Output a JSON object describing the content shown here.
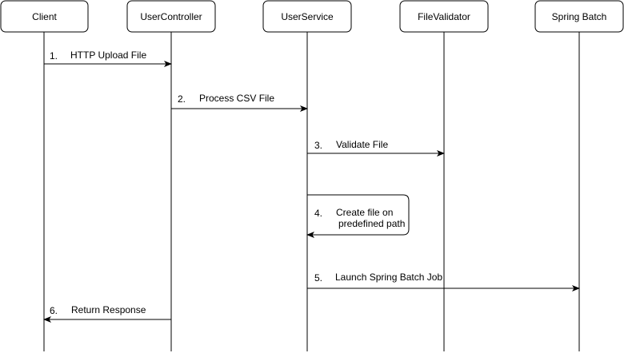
{
  "participants": [
    {
      "id": "client",
      "label": "Client"
    },
    {
      "id": "usercontroller",
      "label": "UserController"
    },
    {
      "id": "userservice",
      "label": "UserService"
    },
    {
      "id": "filevalidator",
      "label": "FileValidator"
    },
    {
      "id": "springbatch",
      "label": "Spring Batch"
    }
  ],
  "messages": [
    {
      "number": "1.",
      "text": "HTTP Upload File",
      "from": "client",
      "to": "usercontroller",
      "direction": "right"
    },
    {
      "number": "2.",
      "text": "Process CSV File",
      "from": "usercontroller",
      "to": "userservice",
      "direction": "right"
    },
    {
      "number": "3.",
      "text": "Validate File",
      "from": "userservice",
      "to": "filevalidator",
      "direction": "right"
    },
    {
      "number": "4.",
      "text": "Create file on",
      "text2": "predefined path",
      "from": "userservice",
      "to": "userservice",
      "direction": "self"
    },
    {
      "number": "5.",
      "text": "Launch Spring Batch Job",
      "from": "userservice",
      "to": "springbatch",
      "direction": "right"
    },
    {
      "number": "6.",
      "text": "Return Response",
      "from": "usercontroller",
      "to": "client",
      "direction": "left"
    }
  ],
  "colors": {
    "line": "#000000",
    "box_fill": "#ffffff",
    "background": "#ffffff"
  }
}
